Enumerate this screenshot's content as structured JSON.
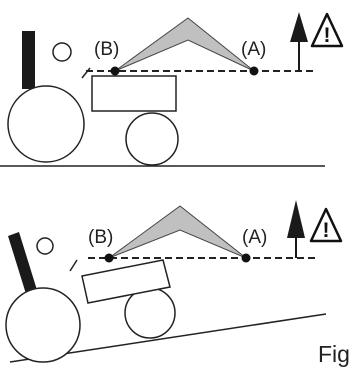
{
  "panels": [
    {
      "id": "level",
      "point_b": "(B)",
      "point_a": "(A)",
      "warning_symbol": "!"
    },
    {
      "id": "slope",
      "point_b": "(B)",
      "point_a": "(A)",
      "warning_symbol": "!"
    }
  ],
  "caption": "Fig",
  "colors": {
    "line": "#222222",
    "arm_fill": "#c0c0c0",
    "background": "#ffffff"
  },
  "icons": [
    "tractor-icon",
    "tree-icon",
    "warning-triangle-icon"
  ]
}
